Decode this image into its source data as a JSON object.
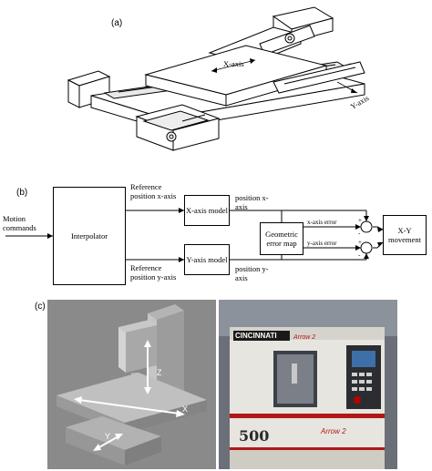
{
  "panels": {
    "a": {
      "tag": "(a)",
      "x_axis_label": "X-axis",
      "y_axis_label": "Y-axis"
    },
    "b": {
      "tag": "(b)",
      "motion_commands": "Motion commands",
      "interpolator": "Interpolator",
      "ref_x": "Reference position x-axis",
      "ref_y": "Reference position y-axis",
      "x_model": "X-axis model",
      "y_model": "Y-axis model",
      "pos_x": "position x-axis",
      "pos_y": "position y-axis",
      "geo_map": "Geometric error map",
      "x_err": "x-axis error",
      "y_err": "y-axis error",
      "xy_movement": "X-Y movement"
    },
    "c": {
      "tag": "(c)",
      "axis_z": "Z",
      "axis_x": "X",
      "axis_y": "Y",
      "brand": "CINCINNATI",
      "model_badge": "Arrow 2",
      "number": "500"
    }
  }
}
